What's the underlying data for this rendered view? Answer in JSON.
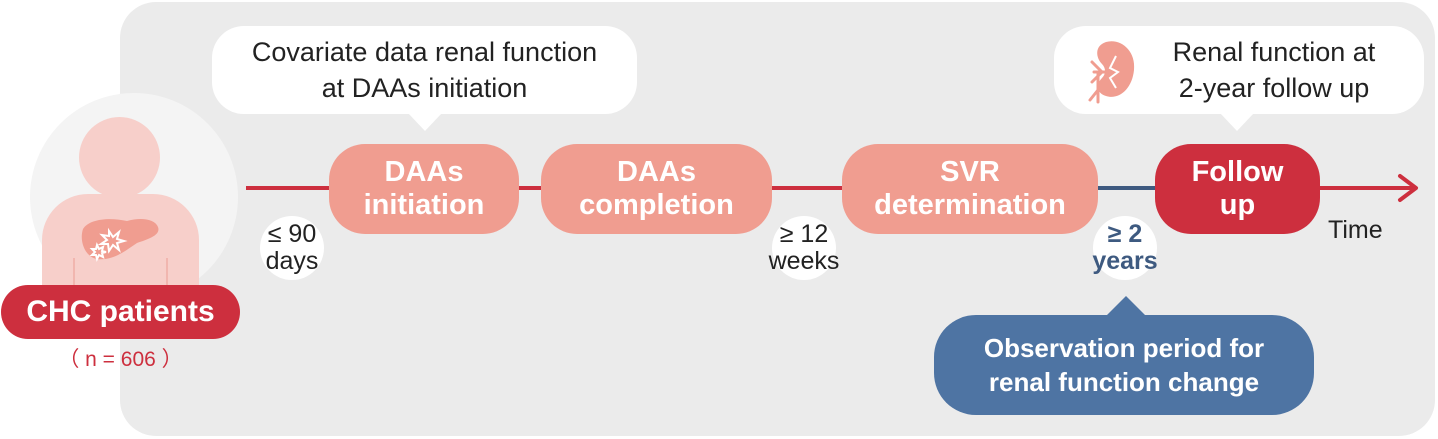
{
  "colors": {
    "red": "#cd2f3e",
    "salmon": "#f09d90",
    "navy": "#4e74a3",
    "panel": "#ebebeb"
  },
  "patients": {
    "label": "CHC patients",
    "count": "（ n = 606 ）",
    "icon": "person-with-liver-icon"
  },
  "bubbles": {
    "covariate": {
      "line1": "Covariate data renal function",
      "line2": "at DAAs initiation"
    },
    "renal": {
      "line1": "Renal function at",
      "line2": "2-year follow up",
      "icon": "kidney-icon"
    }
  },
  "phases": [
    {
      "line1": "DAAs",
      "line2": "initiation"
    },
    {
      "line1": "DAAs",
      "line2": "completion"
    },
    {
      "line1": "SVR",
      "line2": "determination"
    },
    {
      "line1": "Follow",
      "line2": "up"
    }
  ],
  "intervals": {
    "days": {
      "line1": "≤ 90",
      "line2": "days"
    },
    "weeks": {
      "line1": "≥ 12",
      "line2": "weeks"
    },
    "years": {
      "line1": "≥ 2",
      "line2": "years"
    }
  },
  "time_label": "Time",
  "observation": {
    "line1": "Observation period for",
    "line2": "renal function change"
  }
}
